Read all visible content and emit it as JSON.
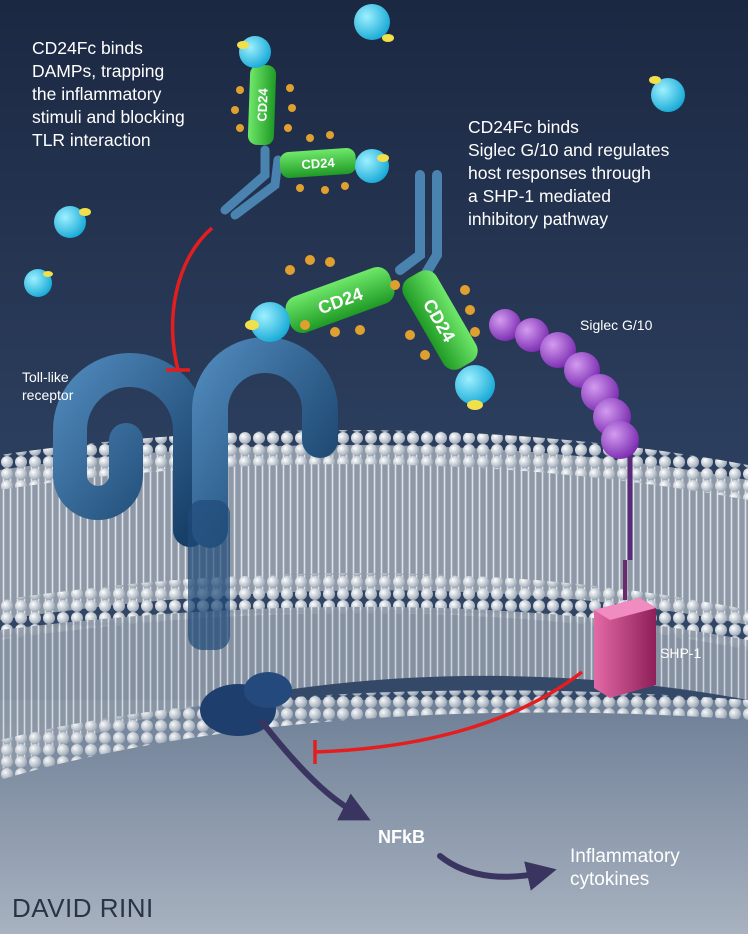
{
  "callouts": {
    "dampsLines": [
      "CD24Fc binds",
      "DAMPs, trapping",
      "the inflammatory",
      "stimuli and blocking",
      "TLR interaction"
    ],
    "siglecLines": [
      "CD24Fc binds",
      "Siglec G/10 and regulates",
      "host responses through",
      "a SHP-1 mediated",
      "inhibitory pathway"
    ]
  },
  "labels": {
    "tollLines": [
      "Toll-like",
      "receptor"
    ],
    "siglec": "Siglec G/10",
    "shp1": "SHP-1",
    "nfkb": "NFkB",
    "cytokineLines": [
      "Inflammatory",
      "cytokines"
    ]
  },
  "cd24Label": "CD24",
  "credit": "DAVID RINI",
  "colors": {
    "background": "#1f2e4a",
    "membrane": "#cfd6de",
    "cd24": "#35c43a",
    "receptor": "#2a5d8c",
    "siglec": "#9a3fc8",
    "shp1": "#c23a7c",
    "inhibition": "#e41e1e",
    "damp": "#35c8ee",
    "arrow": "#3a3560"
  }
}
